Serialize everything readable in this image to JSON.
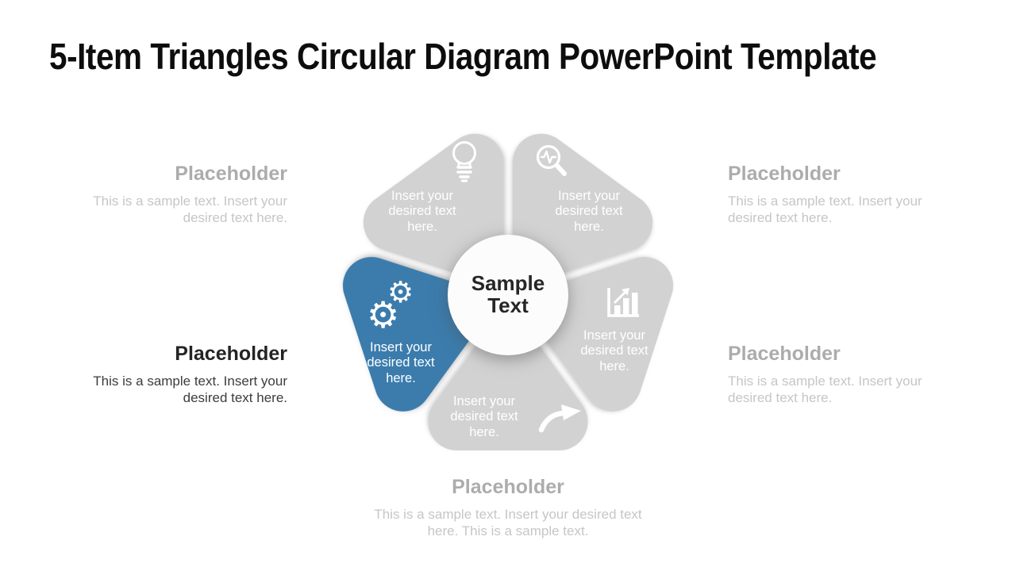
{
  "slide": {
    "title": "5-Item Triangles Circular Diagram PowerPoint Template"
  },
  "diagram": {
    "center": {
      "line1": "Sample",
      "line2": "Text"
    },
    "colors": {
      "accent_blue": "#3b7cad",
      "segment_gray": "#d2d2d3",
      "segment_text": "#ffffff",
      "center_circle": "#fcfcfd"
    },
    "icons": {
      "gear_glyph": "⚙"
    },
    "segments": [
      {
        "position": "top-left",
        "icon": "lightbulb-icon",
        "text": "Insert your desired text here.",
        "highlighted": false
      },
      {
        "position": "top-right",
        "icon": "search-pulse-icon",
        "text": "Insert your desired text here.",
        "highlighted": false
      },
      {
        "position": "right",
        "icon": "growth-bar-chart-icon",
        "text": "Insert your desired text here.",
        "highlighted": false
      },
      {
        "position": "bottom",
        "icon": "curved-arrow-icon",
        "text": "Insert your desired text here.",
        "highlighted": false
      },
      {
        "position": "left",
        "icon": "gears-icon",
        "text": "Insert your desired text here.",
        "highlighted": true
      }
    ]
  },
  "placeholders": [
    {
      "position": "left-top",
      "title": "Placeholder",
      "body": "This is a sample text. Insert your desired text here.",
      "emphasized": false
    },
    {
      "position": "left-bottom",
      "title": "Placeholder",
      "body": "This is a sample text. Insert your desired text here.",
      "emphasized": true
    },
    {
      "position": "right-top",
      "title": "Placeholder",
      "body": "This is a sample text. Insert your desired text here.",
      "emphasized": false
    },
    {
      "position": "right-bottom",
      "title": "Placeholder",
      "body": "This is a sample text. Insert your desired text here.",
      "emphasized": false
    },
    {
      "position": "bottom",
      "title": "Placeholder",
      "body": "This is a sample text. Insert your desired text here. This is a sample text.",
      "emphasized": false
    }
  ]
}
